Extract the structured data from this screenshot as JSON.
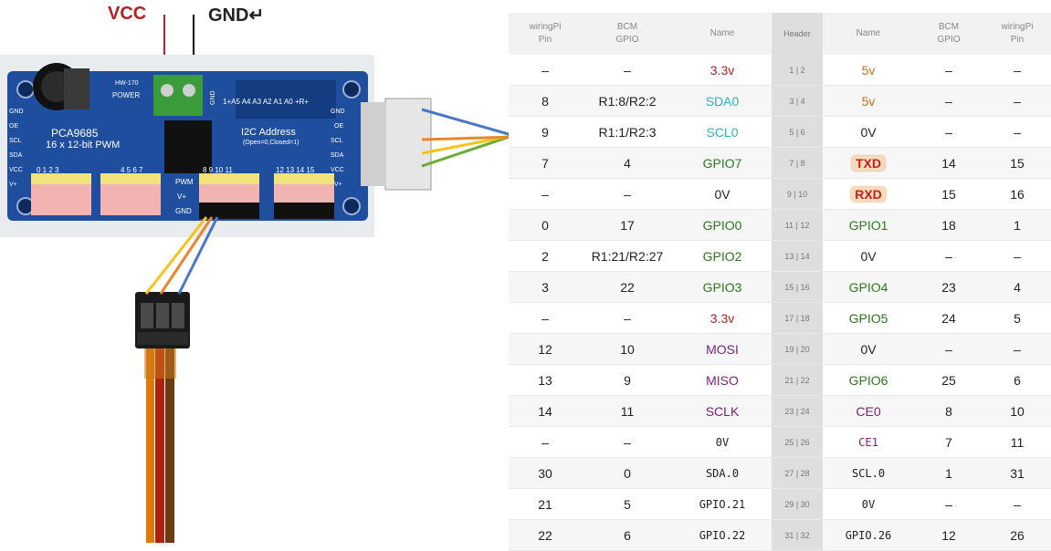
{
  "labels": {
    "vcc": "VCC",
    "gnd": "GND↵"
  },
  "board_text": {
    "model": "HW-170",
    "power": "POWER",
    "chip": "PCA9685",
    "pwm_desc": "16 x 12-bit PWM",
    "i2c": "I2C Address",
    "i2c_sub": "(Open=0,Closed=1)",
    "addr_pins": "1+A5 A4 A3 A2 A1 A0 +R+",
    "gnd_vert": "GND",
    "left_pins": [
      "GND",
      "OE",
      "SCL",
      "SDA",
      "VCC",
      "V+"
    ],
    "right_pins": [
      "GND",
      "OE",
      "SCL",
      "SDA",
      "VCC",
      "V+"
    ],
    "row_pwm": "PWM",
    "row_vplus": "V+",
    "row_gnd": "GND",
    "ch_group1": "0 1 2 3",
    "ch_group2": "4 5 6 7",
    "ch_group3": "8 9 10 11",
    "ch_group4": "12 13 14 15"
  },
  "colors": {
    "vcc": "#b52020",
    "gnd": "#222222",
    "green": "#6aab35",
    "yellow": "#f7c21a",
    "orange": "#e9862a",
    "blue": "#4a76c8",
    "board": "#1f4e9e"
  },
  "table": {
    "headers": [
      {
        "l1": "wiringPi",
        "l2": "Pin"
      },
      {
        "l1": "BCM",
        "l2": "GPIO"
      },
      {
        "l1": "Name",
        "l2": ""
      },
      {
        "l1": "Header",
        "l2": ""
      },
      {
        "l1": "Name",
        "l2": ""
      },
      {
        "l1": "BCM",
        "l2": "GPIO"
      },
      {
        "l1": "wiringPi",
        "l2": "Pin"
      }
    ],
    "rows": [
      [
        "–",
        "–",
        "3.3v",
        "1 | 2",
        "5v",
        "–",
        "–"
      ],
      [
        "8",
        "R1:8/R2:2",
        "SDA0",
        "3 | 4",
        "5v",
        "–",
        "–"
      ],
      [
        "9",
        "R1:1/R2:3",
        "SCL0",
        "5 | 6",
        "0V",
        "–",
        "–"
      ],
      [
        "7",
        "4",
        "GPIO7",
        "7 | 8",
        "TXD",
        "14",
        "15"
      ],
      [
        "–",
        "–",
        "0V",
        "9 | 10",
        "RXD",
        "15",
        "16"
      ],
      [
        "0",
        "17",
        "GPIO0",
        "11 | 12",
        "GPIO1",
        "18",
        "1"
      ],
      [
        "2",
        "R1:21/R2:27",
        "GPIO2",
        "13 | 14",
        "0V",
        "–",
        "–"
      ],
      [
        "3",
        "22",
        "GPIO3",
        "15 | 16",
        "GPIO4",
        "23",
        "4"
      ],
      [
        "–",
        "–",
        "3.3v",
        "17 | 18",
        "GPIO5",
        "24",
        "5"
      ],
      [
        "12",
        "10",
        "MOSI",
        "19 | 20",
        "0V",
        "–",
        "–"
      ],
      [
        "13",
        "9",
        "MISO",
        "21 | 22",
        "GPIO6",
        "25",
        "6"
      ],
      [
        "14",
        "11",
        "SCLK",
        "23 | 24",
        "CE0",
        "8",
        "10"
      ],
      [
        "–",
        "–",
        "0V",
        "25 | 26",
        "CE1",
        "7",
        "11"
      ],
      [
        "30",
        "0",
        "SDA.0",
        "27 | 28",
        "SCL.0",
        "1",
        "31"
      ],
      [
        "21",
        "5",
        "GPIO.21",
        "29 | 30",
        "0V",
        "–",
        "–"
      ],
      [
        "22",
        "6",
        "GPIO.22",
        "31 | 32",
        "GPIO.26",
        "12",
        "26"
      ]
    ]
  }
}
